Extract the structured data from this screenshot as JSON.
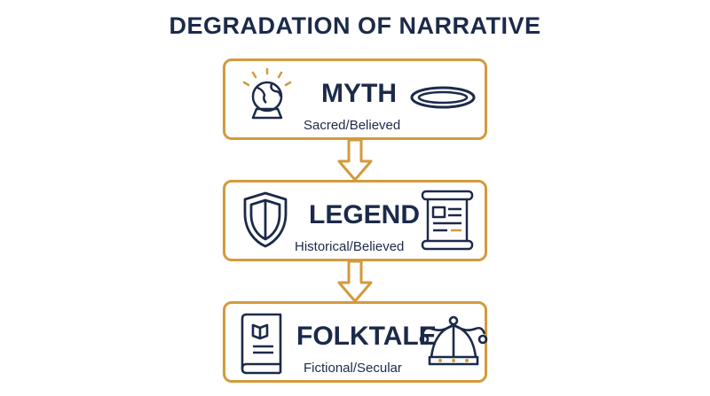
{
  "title": "DEGRADATION OF NARRATIVE",
  "stages": [
    {
      "label": "MYTH",
      "subtitle": "Sacred/Believed",
      "left_icon": "crystal-ball-icon",
      "right_icon": "halo-icon"
    },
    {
      "label": "LEGEND",
      "subtitle": "Historical/Believed",
      "left_icon": "shield-icon",
      "right_icon": "scroll-icon"
    },
    {
      "label": "FOLKTALE",
      "subtitle": "Fictional/Secular",
      "left_icon": "book-icon",
      "right_icon": "jester-hat-icon"
    }
  ],
  "colors": {
    "accent": "#d39a3c",
    "text": "#1c2a4a"
  }
}
